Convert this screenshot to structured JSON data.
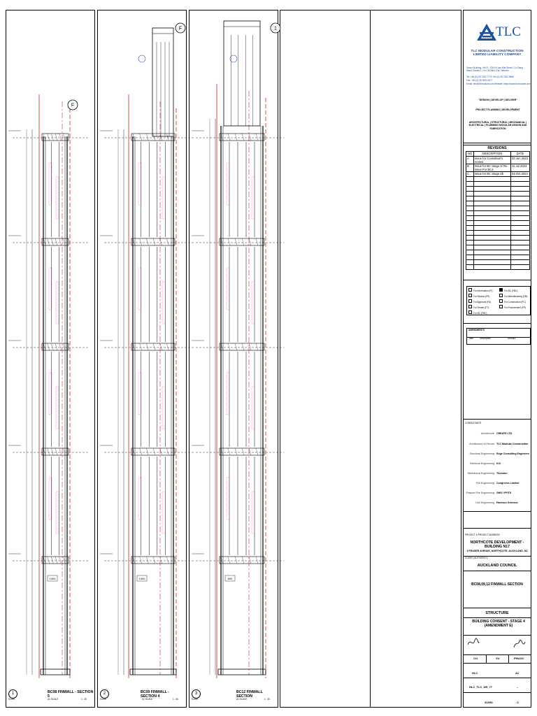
{
  "company": {
    "logo_text": "TLC",
    "name": "TLC MODULAR CONSTRUCTION LIMITED LIABILITY COMPANY",
    "address": "Sanco Building, 4th Fl., 326 Vo Van Kiet Street, Co Giang Ward, District 1, Ho Chi Minh City, Vietnam",
    "tel": "Tel: +84 (0) 28 7300 7779   +84 (0) 28 7301 9868",
    "fax": "Fax: +84 (0) 28 3920 0077",
    "email": "Email: info@tlcmodular.com",
    "website": "Website: https://www.tlcmodular.com",
    "tagline": "\"DESIGN | DEVELOP | DELIVER\"",
    "services1": "PROJECT PLANNING | DEVELOPMENT",
    "services2": "ARCHITECTURAL | STRUCTURAL | MECHANICAL | ELECTRICAL | PLUMBING MODULAR DESIGN AND FABRICATION"
  },
  "revisions": {
    "title": "REVISIONS",
    "headers": [
      "NO",
      "DESCRIPTION",
      "DATE"
    ],
    "rows": [
      [
        "A",
        "Issue for Consultant's review",
        "03 Jun 2023"
      ],
      [
        "B",
        "Issue for BC Stage 3/ Re-issue For BC4",
        "11 Jul 2023"
      ],
      [
        "C",
        "Issue for BC Stage 4E",
        "04 Oct 2024"
      ]
    ]
  },
  "issue_checks": [
    "For Information (FI)",
    "For Review (FR)",
    "For Approval (FA)",
    "For Tender (FT)",
    "For BC (FBC)",
    "For BC (FBC)",
    "For Manufacturing (FM)",
    "For Construction (FC)",
    "For Procurement (FP)"
  ],
  "amendments": {
    "title": "AMENDMENTS",
    "headers": [
      "Item",
      "Description",
      "Remark"
    ]
  },
  "consultants": {
    "section_label": "CONSULTANTS",
    "rows": [
      {
        "role": "Architecture",
        "name": "CREATE LTD"
      },
      {
        "role": "Architecture of Record",
        "name": "TLC Modular Construction"
      },
      {
        "role": "Structural Engineering",
        "name": "Edge Consulting Engineers"
      },
      {
        "role": "Electrical Engineering",
        "name": "KCI"
      },
      {
        "role": "Mechanical Engineering",
        "name": "Thurston"
      },
      {
        "role": "Fire Engineering",
        "name": "Congreves Limited"
      },
      {
        "role": "Passive Fire Engineering",
        "name": "GHD / PFITS"
      },
      {
        "role": "Civil Engineering",
        "name": "Harrison Grierson"
      }
    ]
  },
  "project": {
    "label": "PROJECT & PROJECT ADDRESS",
    "name": "NORTHCOTE DEVELOPMENT - BUILDING N17",
    "address": "4 FRASER AVENUE, NORTHCOTE, AUCKLAND, NZ",
    "client_label": "CLIENT (AUTHORITY)",
    "client": "AUCKLAND COUNCIL",
    "drawing_title": "BC08,09,12 FINWALL SECTION",
    "discipline": "STRUCTURE",
    "stage": "BUILDING CONSENT - STAGE 4 (AMENDMENT E)",
    "drawn": "CO",
    "checked": "VU",
    "approved": "PHUOC",
    "company_code": "HLC",
    "size": "A1",
    "doc_no": "HLC_TLC_DR_77",
    "dash": "–",
    "sheet_no": "S1090",
    "revision": "C"
  },
  "sections": [
    {
      "num": "1",
      "title": "BC08 FINWALL - SECTION 5",
      "ref": "S1090",
      "scale_label": "A1 SCALE",
      "scale": "1 : 30"
    },
    {
      "num": "2",
      "title": "BC09 FINWALL - SECTION 4",
      "ref": "S1090",
      "scale_label": "A1 SCALE",
      "scale": "1 : 30"
    },
    {
      "num": "3",
      "title": "BC12 FINWALL SECTION",
      "ref": "S1090",
      "scale_label": "A1 SCALE",
      "scale": "1 : 30"
    }
  ],
  "grid_labels": [
    "F",
    "F",
    "1"
  ],
  "dim_labels": [
    "1000",
    "1000",
    "600"
  ],
  "colors": {
    "line": "#000000",
    "red": "#e0201b",
    "pink": "#ff00cc",
    "blue": "#2a4bd7"
  }
}
